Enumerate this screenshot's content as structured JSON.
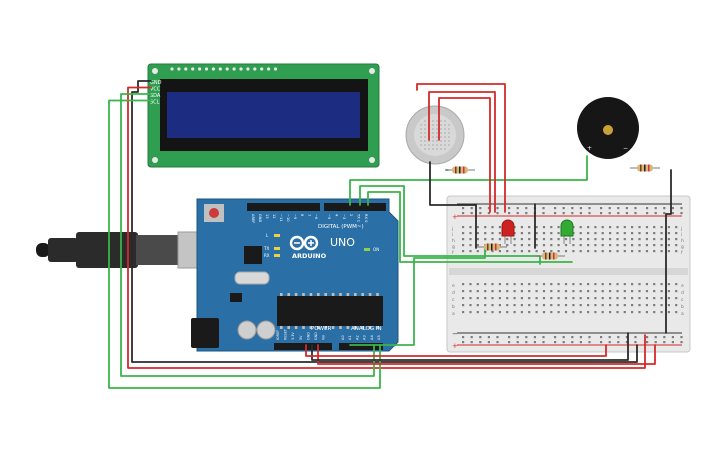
{
  "lcd": {
    "pins": [
      "GND",
      "VCC",
      "SDA",
      "SCL"
    ]
  },
  "arduino": {
    "brand": "ARDUINO",
    "model": "UNO",
    "digital_label": "DIGITAL (PWM~)",
    "digital_pins": [
      "AREF",
      "GND",
      "13",
      "12",
      "~11",
      "~10",
      "~9",
      "8",
      "7",
      "~6",
      "~5",
      "4",
      "~3",
      "2",
      "TX 1",
      "RX 0"
    ],
    "power_label": "POWER",
    "power_pins": [
      "IOREF",
      "RESET",
      "3.3V",
      "5V",
      "GND",
      "GND",
      "Vin"
    ],
    "analog_label": "ANALOG IN",
    "analog_pins": [
      "A0",
      "A1",
      "A2",
      "A3",
      "A4",
      "A5"
    ],
    "led_labels": [
      "L",
      "TX",
      "RX",
      "ON"
    ]
  },
  "buzzer": {
    "plus": "+",
    "minus": "−"
  },
  "breadboard": {
    "row_letters_top": [
      "j",
      "i",
      "h",
      "g",
      "f"
    ],
    "row_letters_bottom": [
      "e",
      "d",
      "c",
      "b",
      "a"
    ],
    "rail_plus": "+",
    "rail_minus": "−"
  },
  "colors": {
    "wire_red": "#d42a2a",
    "wire_black": "#2b2b2b",
    "wire_green": "#3ab54a",
    "arduino_board": "#2a6fa5",
    "lcd_board": "#2f9e50",
    "lcd_screen": "#1c2c80",
    "breadboard": "#e9e9e9",
    "led_red": "#cc2222",
    "led_green": "#33aa33"
  }
}
